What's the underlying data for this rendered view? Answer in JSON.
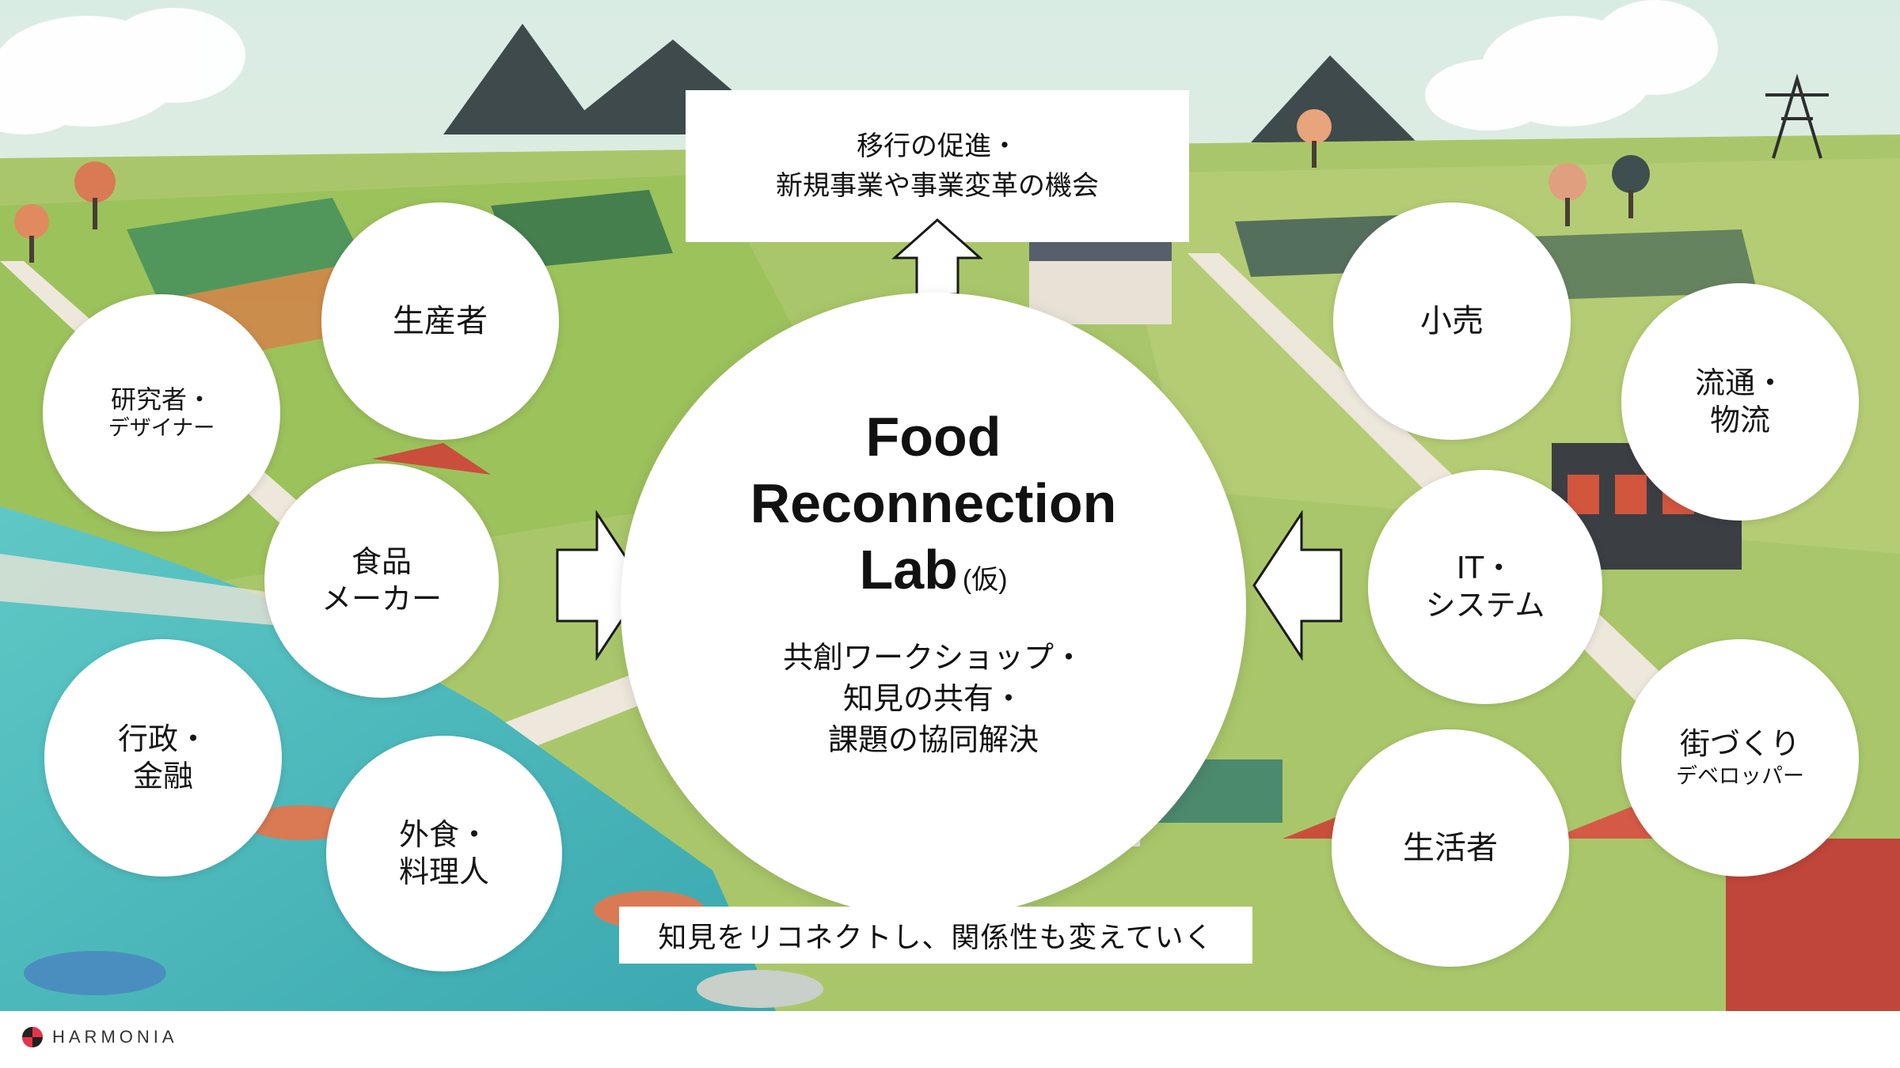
{
  "hub": {
    "title_lines": [
      "Food",
      "Reconnection",
      "Lab"
    ],
    "title_suffix": "(仮)",
    "desc_lines": [
      "共創ワークショップ・",
      "知見の共有・",
      "課題の協同解決"
    ]
  },
  "top_box": {
    "lines": [
      "移行の促進・",
      "新規事業や事業変革の機会"
    ]
  },
  "bottom_box": {
    "text": "知見をリコネクトし、関係性も変えていく"
  },
  "stakeholders_left": [
    {
      "lines": [
        "生産者"
      ]
    },
    {
      "lines": [
        "研究者・",
        "デザイナー"
      ]
    },
    {
      "lines": [
        "食品",
        "メーカー"
      ]
    },
    {
      "lines": [
        "行政・",
        "金融"
      ]
    },
    {
      "lines": [
        "外食・",
        "料理人"
      ]
    }
  ],
  "stakeholders_right": [
    {
      "lines": [
        "小売"
      ]
    },
    {
      "lines": [
        "流通・",
        "物流"
      ]
    },
    {
      "lines": [
        "IT・",
        "システム"
      ]
    },
    {
      "lines": [
        "街づくり",
        "デベロッパー"
      ]
    },
    {
      "lines": [
        "生活者"
      ]
    }
  ],
  "brand": {
    "name": "HARMONIA",
    "colors": {
      "mark_red": "#e8334a",
      "mark_dark": "#222222"
    }
  },
  "background": {
    "description_icon": "illustrated-food-system-landscape"
  }
}
